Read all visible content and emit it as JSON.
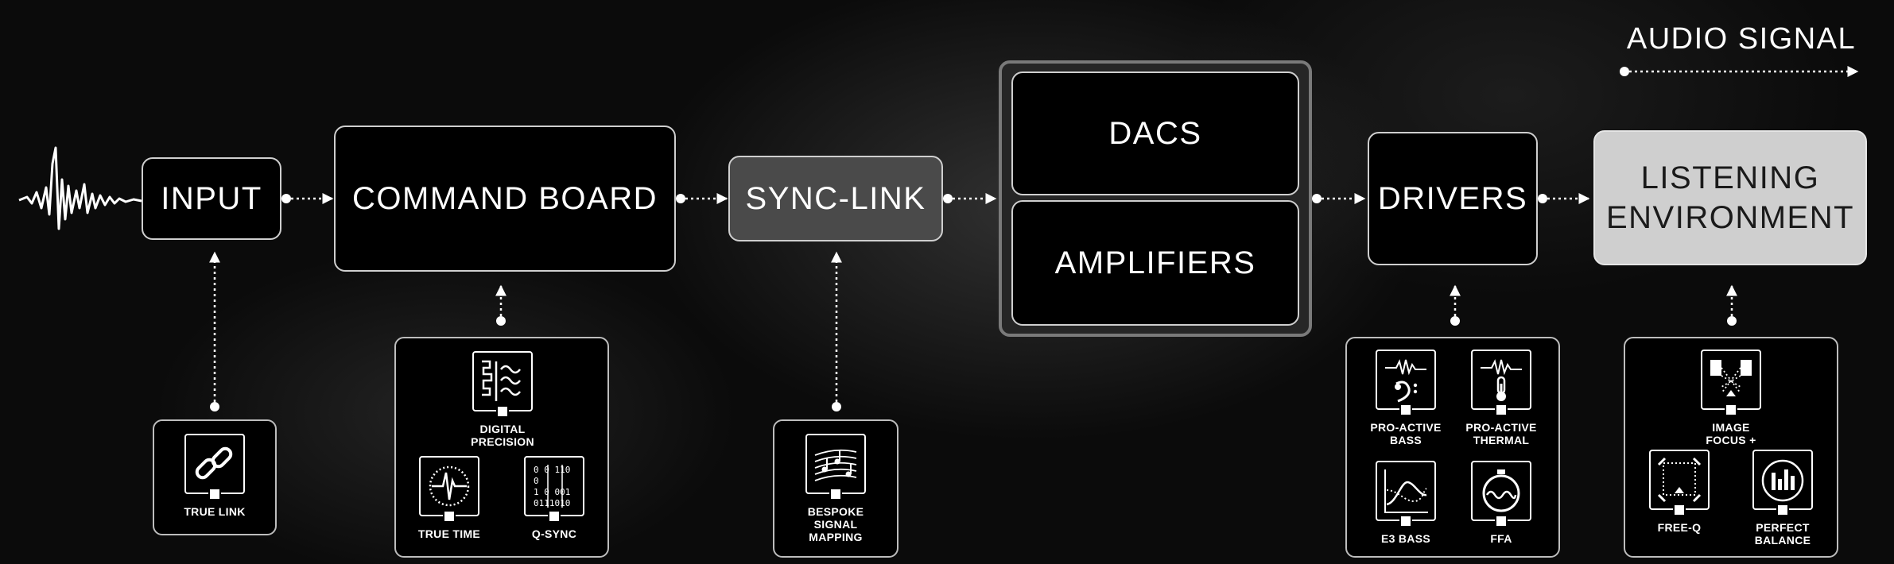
{
  "legend": {
    "title": "AUDIO SIGNAL"
  },
  "stages": {
    "input": "INPUT",
    "command_board": "COMMAND BOARD",
    "sync_link": "SYNC-LINK",
    "dacs": "DACS",
    "amplifiers": "AMPLIFIERS",
    "drivers": "DRIVERS",
    "listening_environment": "LISTENING\nENVIRONMENT"
  },
  "features": {
    "true_link": "TRUE LINK",
    "digital_precision": "DIGITAL\nPRECISION",
    "true_time": "TRUE TIME",
    "q_sync": "Q-SYNC",
    "bespoke_signal_mapping": "BESPOKE\nSIGNAL\nMAPPING",
    "pro_active_bass": "PRO-ACTIVE\nBASS",
    "pro_active_thermal": "PRO-ACTIVE\nTHERMAL",
    "e3_bass": "E3 BASS",
    "ffa": "FFA",
    "image_focus": "IMAGE\nFOCUS +",
    "free_q": "FREE-Q",
    "perfect_balance": "PERFECT\nBALANCE"
  },
  "icons": {
    "badge": "meridian-m-badge-icon",
    "waveform": "audio-waveform-icon",
    "true_link": "chain-link-icon",
    "digital_precision": "circuit-wave-icon",
    "true_time": "clock-impulse-icon",
    "q_sync": "binary-grid-icon",
    "bespoke_signal_mapping": "music-staff-icon",
    "pro_active_bass": "bass-clef-wave-icon",
    "pro_active_thermal": "thermometer-wave-icon",
    "e3_bass": "curve-graph-icon",
    "ffa": "stopwatch-wave-icon",
    "image_focus": "speakers-focus-icon",
    "free_q": "dotted-square-icon",
    "perfect_balance": "equalizer-circle-icon"
  },
  "colors": {
    "background": "#0b0b0b",
    "stage_fill": "#000000",
    "sync_link_fill": "#4a4a4a",
    "listening_fill": "#cfcfcf",
    "border": "#cfcfcf",
    "arrow": "#ffffff"
  }
}
